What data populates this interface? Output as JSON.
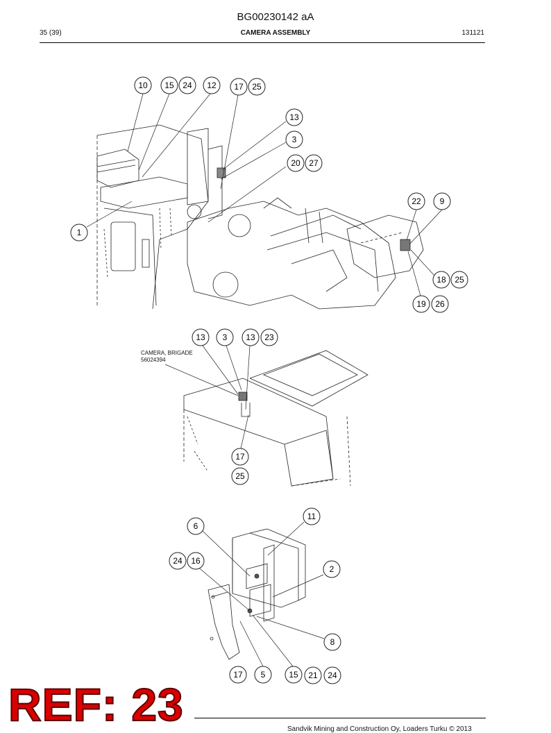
{
  "header": {
    "doc_id": "BG00230142 aA",
    "page": "35 (39)",
    "title": "CAMERA ASSEMBLY",
    "date": "131121"
  },
  "views": {
    "view1": {
      "callouts": [
        "10",
        "15",
        "24",
        "12",
        "17",
        "25",
        "13",
        "3",
        "20",
        "27",
        "1",
        "22",
        "9",
        "18",
        "25",
        "19",
        "26"
      ]
    },
    "view2": {
      "label_line1": "CAMERA, BRIGADE",
      "label_line2": "56024394",
      "callouts": [
        "13",
        "3",
        "13",
        "23",
        "17",
        "25"
      ]
    },
    "view3": {
      "callouts": [
        "11",
        "6",
        "24",
        "16",
        "2",
        "8",
        "17",
        "5",
        "15",
        "21",
        "24"
      ]
    }
  },
  "stamp": {
    "text": "REF: 23",
    "color": "#d90000"
  },
  "footer": {
    "text": "Sandvik Mining and Construction Oy, Loaders Turku © 2013"
  }
}
